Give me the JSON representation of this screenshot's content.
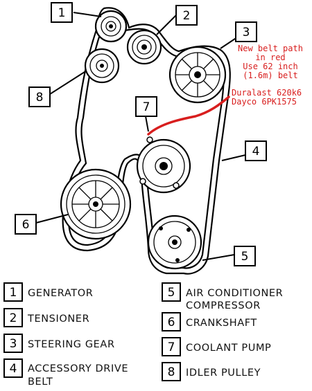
{
  "callouts": [
    {
      "num": "1"
    },
    {
      "num": "2"
    },
    {
      "num": "3"
    },
    {
      "num": "4"
    },
    {
      "num": "5"
    },
    {
      "num": "6"
    },
    {
      "num": "7"
    },
    {
      "num": "8"
    }
  ],
  "note_lines": [
    "New belt path",
    "in red",
    "Use 62 inch",
    "(1.6m) belt"
  ],
  "part_lines": [
    "Duralast 620k6",
    "Dayco 6PK1575"
  ],
  "legend": [
    {
      "num": "1",
      "lines": [
        "GENERATOR"
      ]
    },
    {
      "num": "2",
      "lines": [
        "TENSIONER"
      ]
    },
    {
      "num": "3",
      "lines": [
        "STEERING GEAR"
      ]
    },
    {
      "num": "4",
      "lines": [
        "ACCESSORY DRIVE",
        "BELT"
      ]
    },
    {
      "num": "5",
      "lines": [
        "AIR CONDITIONER",
        "COMPRESSOR"
      ]
    },
    {
      "num": "6",
      "lines": [
        "CRANKSHAFT"
      ]
    },
    {
      "num": "7",
      "lines": [
        "COOLANT PUMP"
      ]
    },
    {
      "num": "8",
      "lines": [
        "IDLER PULLEY"
      ]
    }
  ],
  "colors": {
    "belt_path": "#d81e1e",
    "ink": "#000000"
  }
}
